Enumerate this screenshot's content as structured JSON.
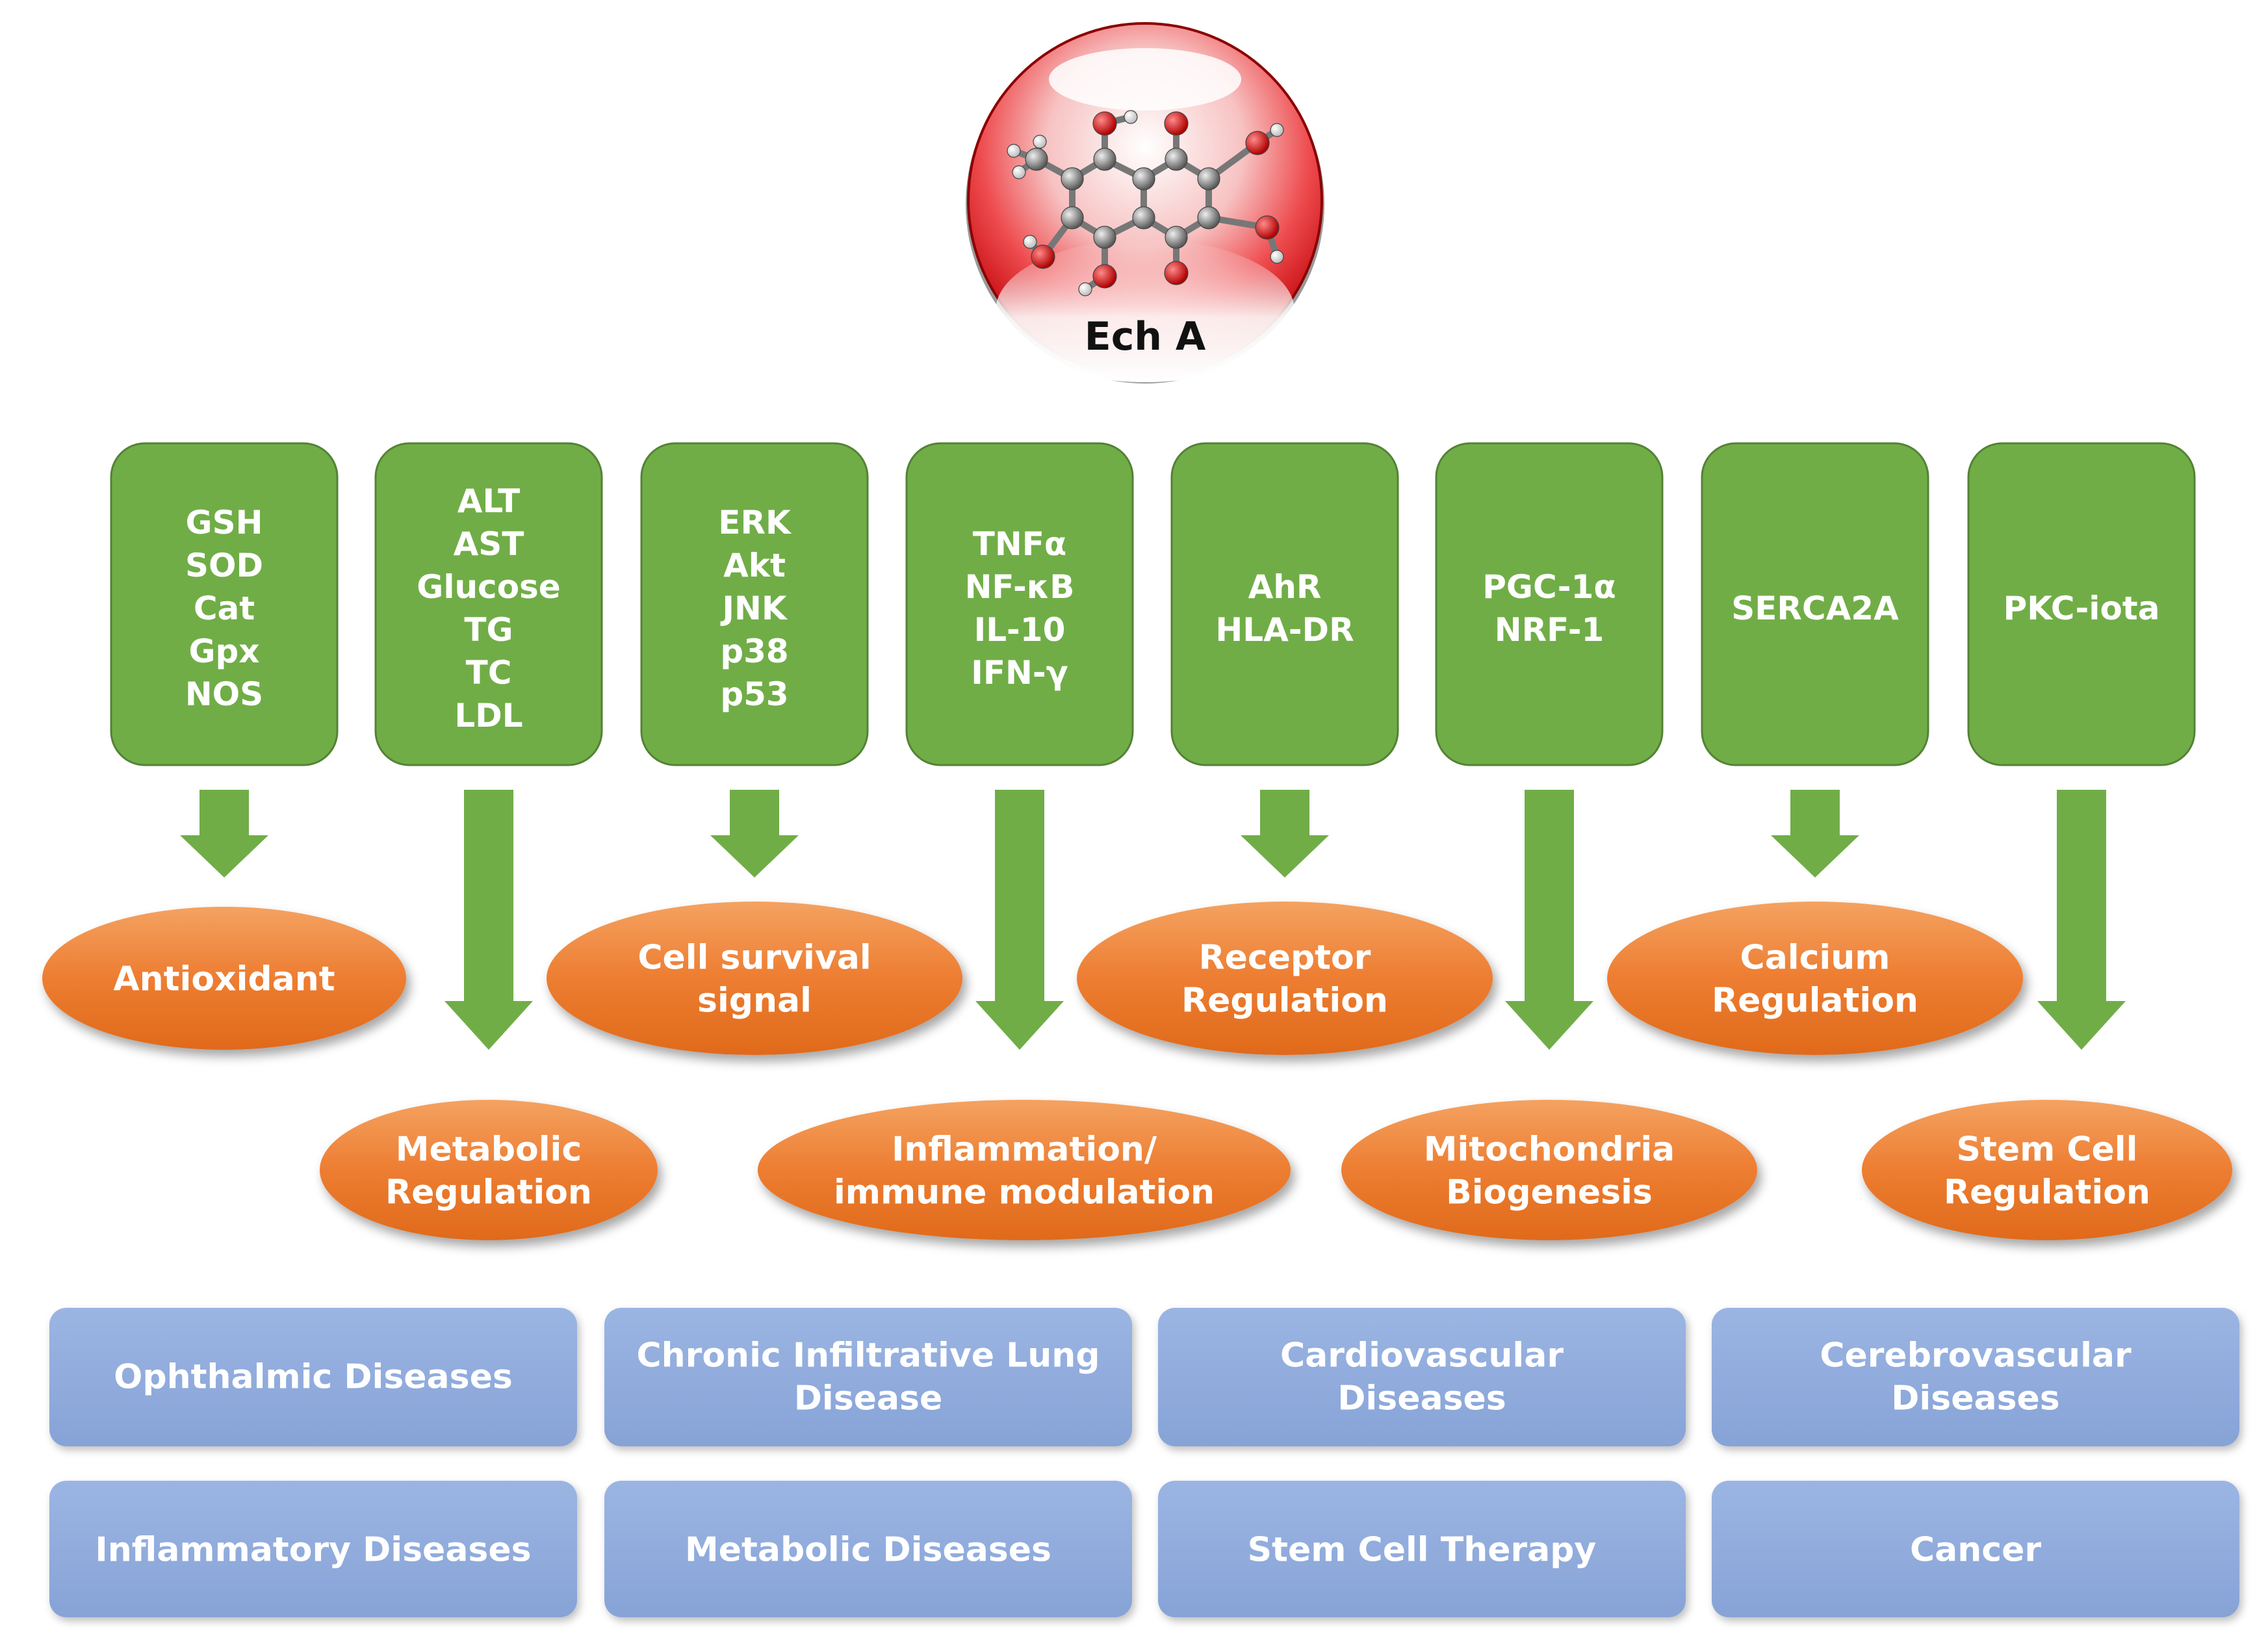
{
  "compound": {
    "name": "Ech A"
  },
  "colors": {
    "target_fill": "#70AD47",
    "target_stroke": "#548235",
    "arrow_fill": "#70AD47",
    "effect_fill": "#ED7D31",
    "disease_fill": "#8FAADC",
    "sphere_red": "#E8161A"
  },
  "targets": [
    {
      "lines": [
        "GSH",
        "SOD",
        "Cat",
        "Gpx",
        "NOS"
      ]
    },
    {
      "lines": [
        "ALT",
        "AST",
        "Glucose",
        "TG",
        "TC",
        "LDL"
      ]
    },
    {
      "lines": [
        "ERK",
        "Akt",
        "JNK",
        "p38",
        "p53"
      ]
    },
    {
      "lines": [
        "TNFα",
        "NF-κB",
        "IL-10",
        "IFN-γ"
      ]
    },
    {
      "lines": [
        "AhR",
        "HLA-DR"
      ]
    },
    {
      "lines": [
        "PGC-1α",
        "NRF-1"
      ]
    },
    {
      "lines": [
        "SERCA2A"
      ]
    },
    {
      "lines": [
        "PKC-iota"
      ]
    }
  ],
  "effects": [
    {
      "lines": [
        "Antioxidant"
      ]
    },
    {
      "lines": [
        "Metabolic",
        "Regulation"
      ]
    },
    {
      "lines": [
        "Cell survival",
        "signal"
      ]
    },
    {
      "lines": [
        "Inflammation/",
        "immune modulation"
      ]
    },
    {
      "lines": [
        "Receptor",
        "Regulation"
      ]
    },
    {
      "lines": [
        "Mitochondria",
        "Biogenesis"
      ]
    },
    {
      "lines": [
        "Calcium",
        "Regulation"
      ]
    },
    {
      "lines": [
        "Stem Cell",
        "Regulation"
      ]
    }
  ],
  "diseases": [
    {
      "lines": [
        "Ophthalmic Diseases"
      ]
    },
    {
      "lines": [
        "Chronic Infiltrative Lung",
        "Disease"
      ]
    },
    {
      "lines": [
        "Cardiovascular",
        "Diseases"
      ]
    },
    {
      "lines": [
        "Cerebrovascular",
        "Diseases"
      ]
    },
    {
      "lines": [
        "Inflammatory  Diseases"
      ]
    },
    {
      "lines": [
        "Metabolic Diseases"
      ]
    },
    {
      "lines": [
        "Stem Cell Therapy"
      ]
    },
    {
      "lines": [
        "Cancer"
      ]
    }
  ]
}
